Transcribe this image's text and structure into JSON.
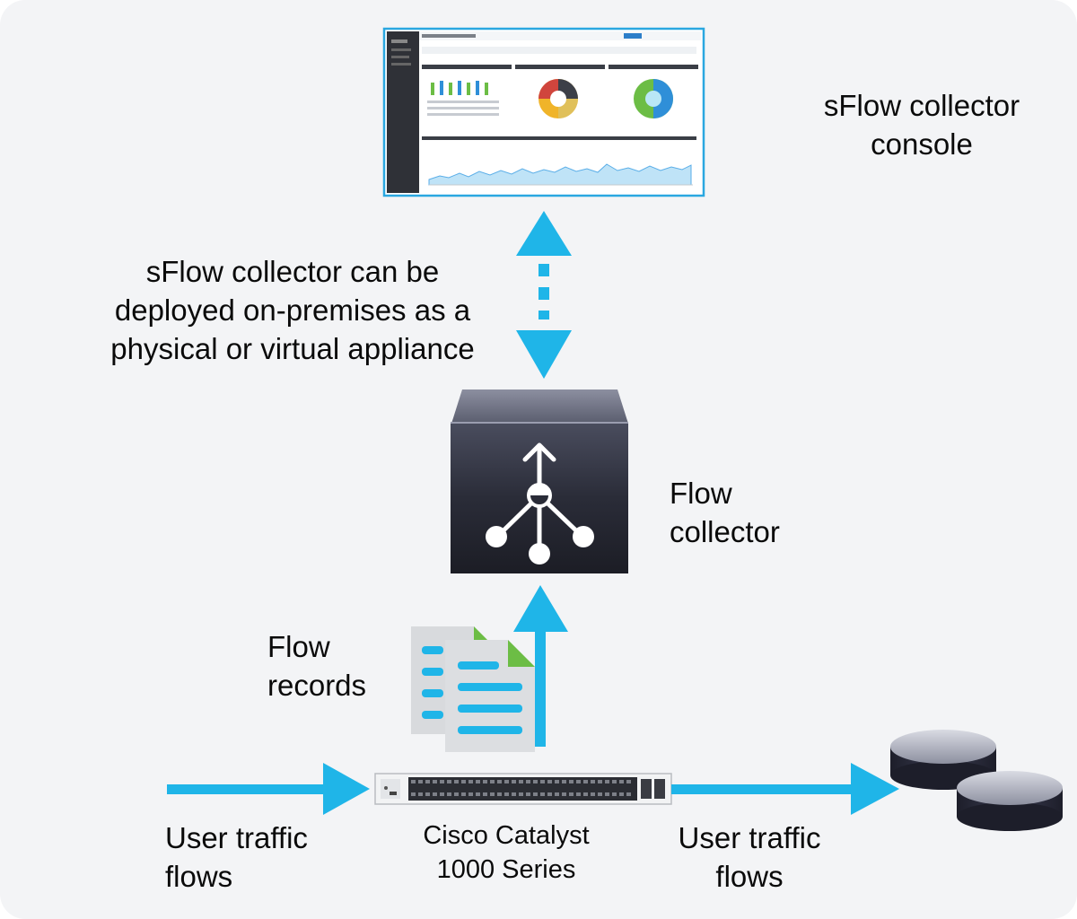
{
  "labels": {
    "console_caption": "sFlow collector\nconsole",
    "deployment_note": "sFlow collector can be\ndeployed on-premises as a\nphysical or virtual appliance",
    "collector_caption": "Flow\ncollector",
    "records_caption": "Flow\nrecords",
    "switch_caption": "Cisco Catalyst\n1000 Series",
    "traffic_in_caption": "User traffic\nflows",
    "traffic_out_caption": "User traffic\nflows"
  },
  "colors": {
    "accent": "#1fb5e8",
    "background": "#f3f4f6",
    "appliance_dark": "#2e3140",
    "document_green": "#6cbd45",
    "document_gray": "#d8dadd"
  },
  "icons": {
    "console": "dashboard-screenshot-icon",
    "collector": "flow-collector-appliance-icon",
    "records": "document-stack-icon",
    "switch": "network-switch-icon",
    "servers": "server-disk-icon"
  }
}
